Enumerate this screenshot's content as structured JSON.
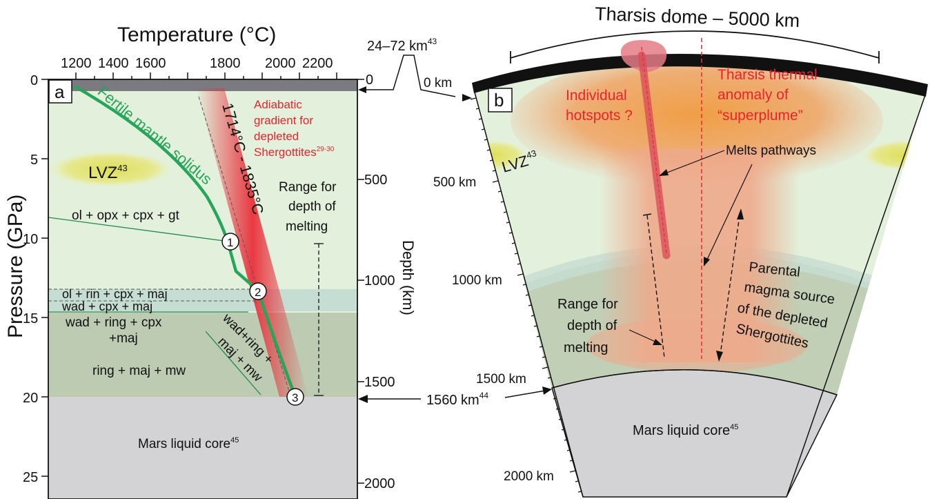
{
  "panel_a": {
    "label": "a",
    "top_axis_title": "Temperature (°C)",
    "temp_ticks": [
      "1200",
      "1400",
      "1600",
      "1800",
      "2000",
      "2200"
    ],
    "pressure_title": "Pressure (GPa)",
    "pressure_ticks": [
      "0",
      "5",
      "10",
      "15",
      "20",
      "25"
    ],
    "depth_title": "Depth (km)",
    "depth_ticks": [
      "0",
      "500",
      "1000",
      "1500",
      "2000"
    ],
    "lvz": "LVZ",
    "lvz_ref": "43",
    "solidus_label": "Fertile mantle solidus",
    "temp_range_label": "1714°C - 1835°C",
    "adiabatic": {
      "lines": [
        "Adiabatic",
        "gradient for",
        "depleted",
        "Shergottites"
      ],
      "ref": "29-30"
    },
    "range_lines": [
      "Range for",
      "depth of",
      "melting"
    ],
    "phase_labels": {
      "ol_opx": "ol + opx + cpx + gt",
      "ol_rin": "ol + rin + cpx + maj",
      "wad_cpx": "wad + cpx + maj",
      "wad_ring_1": "wad + ring + cpx",
      "wad_ring_2": "+maj",
      "wad_ring_diag": "wad+ring +",
      "maj_mw_diag": "maj + mw",
      "ring_maj": "ring + maj + mw"
    },
    "points": [
      "1",
      "2",
      "3"
    ],
    "core": "Mars liquid core",
    "core_ref": "45"
  },
  "middle": {
    "crust_range": "24–72 km",
    "crust_ref": "43",
    "cmb": "1560 km",
    "cmb_ref": "44"
  },
  "panel_b": {
    "label": "b",
    "dome": "Tharsis dome – 5000 km",
    "depth_labels": [
      "0 km",
      "500 km",
      "1000 km",
      "1500 km",
      "2000 km"
    ],
    "lvz": "LVZ",
    "lvz_ref": "43",
    "hotspots": [
      "Individual",
      "hotspots ?"
    ],
    "anomaly": [
      "Tharsis thermal",
      "anomaly of",
      "“superplume”"
    ],
    "melts": "Melts pathways",
    "parental": [
      "Parental",
      "magma source",
      "of the depleted",
      "Shergottites"
    ],
    "range": [
      "Range for",
      "depth of",
      "melting"
    ],
    "core": "Mars liquid core",
    "core_ref": "45"
  },
  "colors": {
    "fertile_solidus": "#27a55b",
    "adiabat": "#e8303a",
    "label_red": "#e8232d",
    "light_green": "#e3f0dc",
    "dark_green": "#bccbb2",
    "band": "#c5ddd2",
    "core_grey": "#d3d3d5",
    "lvz_yellow": "#e6e67a"
  }
}
